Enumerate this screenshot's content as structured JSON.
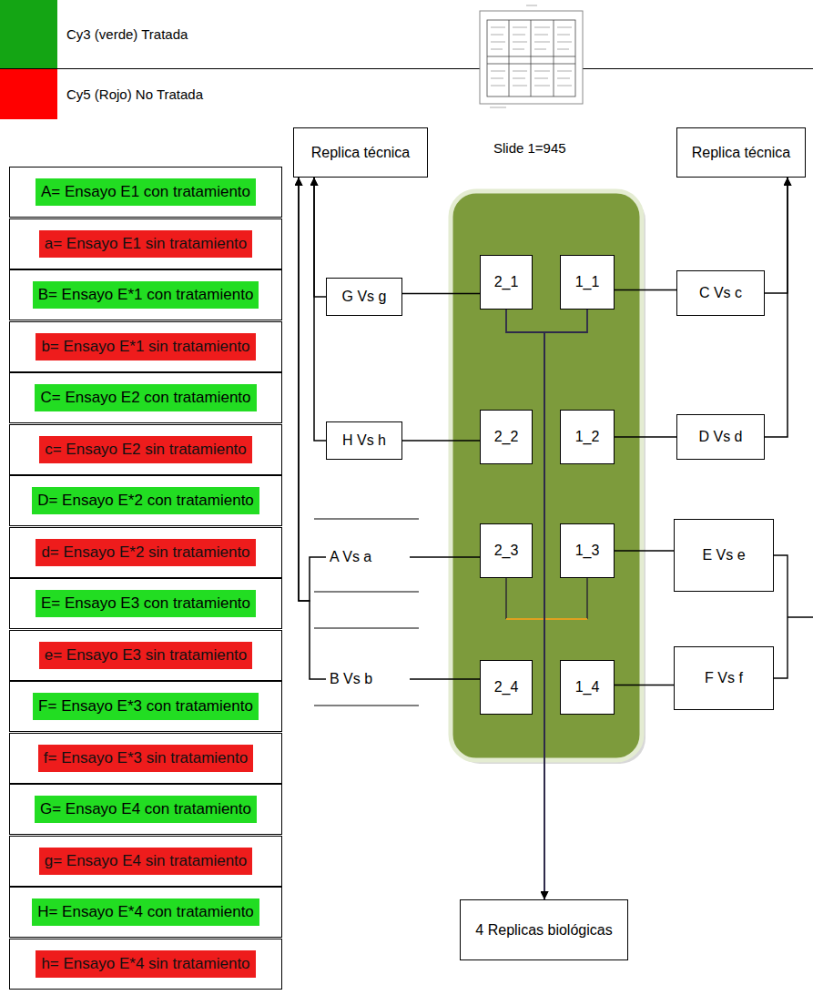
{
  "diagram": {
    "nodes": [
      {
        "text": [
          "A= Ensayo E1 con tratamiento"
        ]
      },
      {
        "text": [
          "a= Ensayo E1 sin tratamiento"
        ]
      },
      {
        "text": [
          "B= Ensayo E*1 con tratamiento"
        ]
      },
      {
        "text": [
          "b= Ensayo E*1 sin tratamiento"
        ]
      },
      {
        "text": [
          "C= Ensayo E2 con tratamiento"
        ]
      },
      {
        "text": [
          "c= Ensayo E2 sin tratamiento"
        ]
      },
      {
        "text": [
          "D= Ensayo E*2 con tratamiento"
        ]
      },
      {
        "text": [
          "d= Ensayo E*2 sin tratamiento"
        ]
      },
      {
        "text": [
          "E= Ensayo E3 con tratamiento"
        ]
      },
      {
        "text": [
          "e= Ensayo E3 sin tratamiento"
        ]
      },
      {
        "text": [
          "F= Ensayo E*3 con tratamiento"
        ]
      },
      {
        "text": [
          "f= Ensayo E*3 sin tratamiento"
        ]
      },
      {
        "text": [
          "G= Ensayo E4 con tratamiento"
        ]
      },
      {
        "text": [
          "g= Ensayo E4 sin tratamiento"
        ]
      },
      {
        "text": [
          "H= Ensayo E*4 con tratamiento"
        ]
      },
      {
        "text": [
          "h= Ensayo E*4 sin tratamiento"
        ]
      },
      {
        "text": [
          "Replica técnica"
        ]
      },
      {
        "text": [
          "Replica técnica"
        ]
      },
      {
        "text": [
          "G Vs g"
        ]
      },
      {
        "text": [
          "2_1"
        ]
      },
      {
        "text": [
          "1_1"
        ]
      },
      {
        "text": [
          "C Vs c"
        ]
      },
      {
        "text": [
          "H Vs h"
        ]
      },
      {
        "text": [
          "2_2"
        ]
      },
      {
        "text": [
          "1_2"
        ]
      },
      {
        "text": [
          "D Vs d"
        ]
      },
      {
        "text": [
          "A Vs a"
        ]
      },
      {
        "text": [
          "2_3"
        ]
      },
      {
        "text": [
          "1_3"
        ]
      },
      {
        "text": [
          "E Vs e"
        ]
      },
      {
        "text": [
          "B Vs b"
        ]
      },
      {
        "text": [
          "2_4"
        ]
      },
      {
        "text": [
          "1_4"
        ]
      },
      {
        "text": [
          "F Vs f"
        ]
      },
      {
        "text": [
          "4 Replicas biológicas"
        ]
      }
    ],
    "edges": [
      {
        "from": 18,
        "to": 19,
        "arrow": "none"
      },
      {
        "from": 22,
        "to": 23,
        "arrow": "none"
      },
      {
        "from": 26,
        "to": 27,
        "arrow": "none"
      },
      {
        "from": 30,
        "to": 31,
        "arrow": "none"
      },
      {
        "from": 20,
        "to": 21,
        "arrow": "none"
      },
      {
        "from": 24,
        "to": 25,
        "arrow": "none"
      },
      {
        "from": 28,
        "to": 29,
        "arrow": "none"
      },
      {
        "from": 32,
        "to": 33,
        "arrow": "none"
      },
      {
        "from": 18,
        "to": 16,
        "arrow": "to"
      },
      {
        "from": 22,
        "to": 16,
        "arrow": "to"
      },
      {
        "from": 26,
        "to": 16,
        "arrow": "to"
      },
      {
        "from": 30,
        "to": 16,
        "arrow": "to"
      },
      {
        "from": 21,
        "to": 17,
        "arrow": "to"
      },
      {
        "from": 25,
        "to": 17,
        "arrow": "to"
      },
      {
        "from": 19,
        "to": 34,
        "arrow": "to"
      },
      {
        "from": 20,
        "to": 34,
        "arrow": "to"
      }
    ],
    "labels": [
      "Slide 1=945"
    ],
    "legend": [
      {
        "text": "Cy3 (verde) Tratada",
        "color": "#14a514"
      },
      {
        "text": "Cy5 (Rojo) No Tratada",
        "color": "#ff0000"
      }
    ]
  }
}
